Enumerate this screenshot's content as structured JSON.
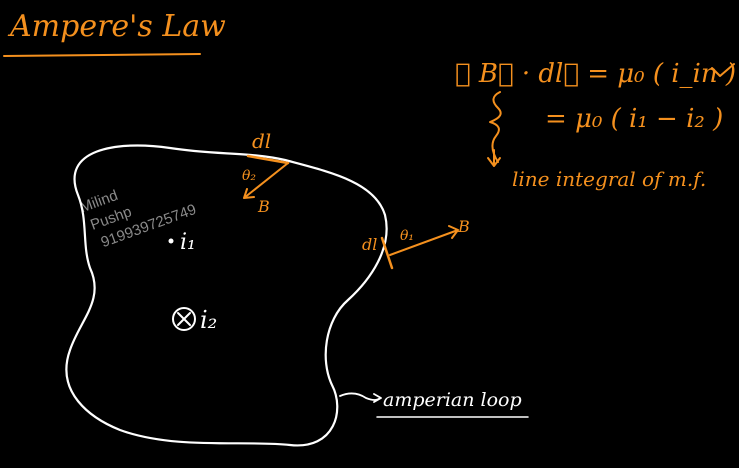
{
  "title": "Ampere's Law",
  "equation": {
    "line1": "∮ B⃗ · dl⃗ = μ₀ ( i_in )",
    "line2": "= μ₀ ( i₁ − i₂ )",
    "note": "line integral of m.f."
  },
  "loop": {
    "label": "amperian loop",
    "current_out": "i₁",
    "current_in": "i₂",
    "top_element": {
      "dl": "dl",
      "theta": "θ₂",
      "field": "B"
    },
    "right_element": {
      "dl": "dl",
      "theta": "θ₁",
      "field": "B"
    }
  },
  "watermark": {
    "line1": "Milind",
    "line2": "Pushp",
    "line3": "919939725749"
  },
  "colors": {
    "background": "#000000",
    "ink_orange": "#f4901e",
    "ink_white": "#ffffff"
  }
}
